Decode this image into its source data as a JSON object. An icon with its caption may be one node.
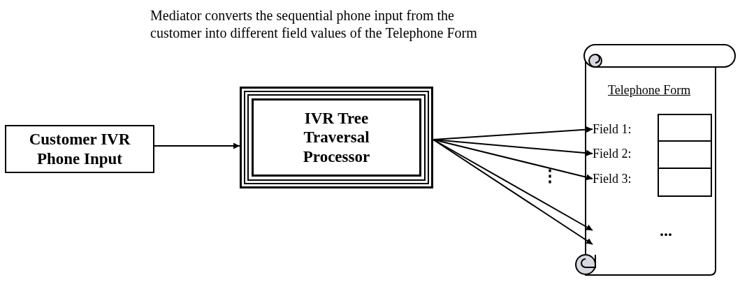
{
  "diagram": {
    "nodes": [
      {
        "text": [
          "Customer IVR Phone Input"
        ]
      },
      {
        "text": [
          "IVR Tree Traversal Processor"
        ]
      },
      {
        "text": [
          "Telephone Form"
        ]
      },
      {
        "text": [
          "Field 1:"
        ],
        "in": 2
      },
      {
        "text": [
          "Field 2:"
        ],
        "in": 2
      },
      {
        "text": [
          "Field 3:"
        ],
        "in": 2
      },
      {
        "text": [],
        "shape": "box",
        "in": 2
      },
      {
        "text": [],
        "shape": "box",
        "in": 2
      },
      {
        "text": [],
        "shape": "box",
        "in": 2
      }
    ],
    "edges": [
      {
        "from": 0,
        "to": 1,
        "arrow": "to"
      },
      {
        "from": 1,
        "to": 3,
        "arrow": "to"
      },
      {
        "from": 1,
        "to": 4,
        "arrow": "to"
      },
      {
        "from": 1,
        "to": 5,
        "arrow": "to"
      },
      {
        "from": 1,
        "to": 2,
        "arrow": "to"
      },
      {
        "from": 1,
        "to": 2,
        "arrow": "to"
      }
    ],
    "labels": [
      "Mediator converts the sequential phone input from the customer into different field values of the Telephone Form",
      "⋮",
      "..."
    ]
  }
}
